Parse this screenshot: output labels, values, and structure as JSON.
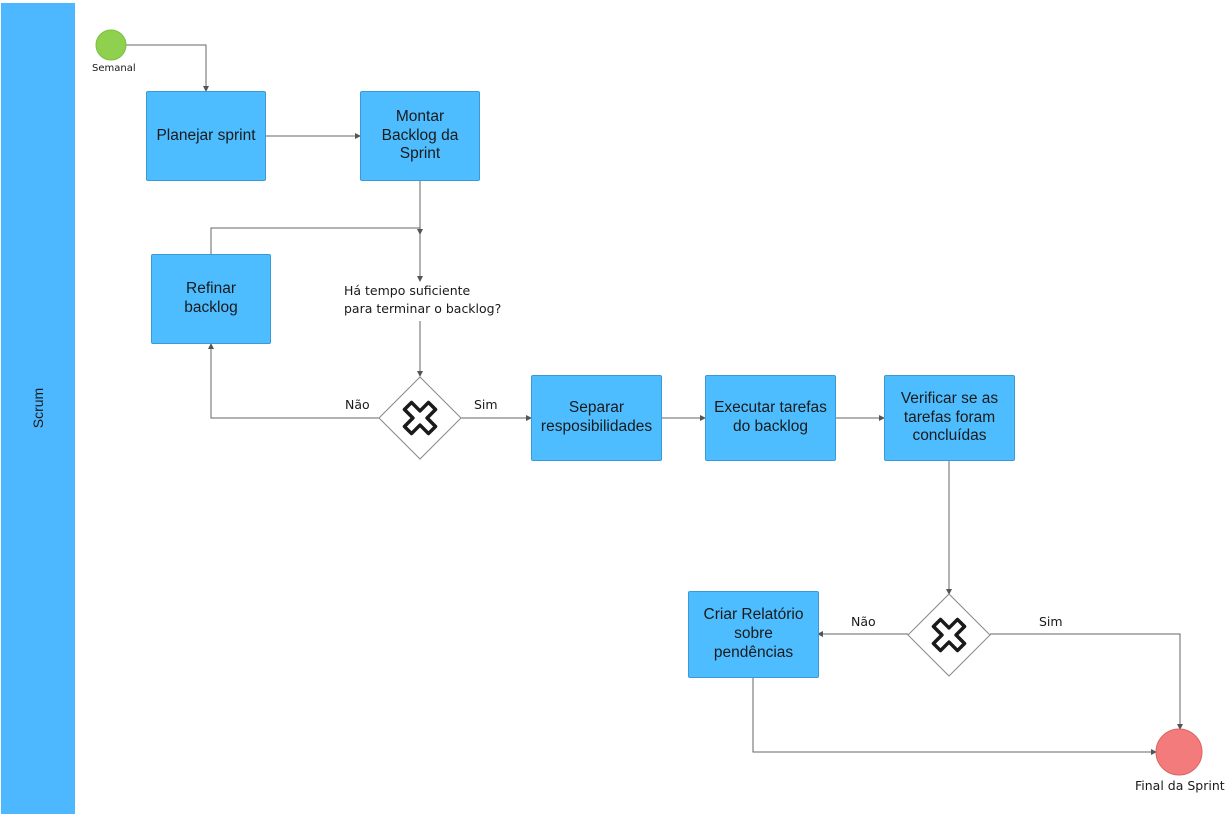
{
  "lane": {
    "label": "Scrum"
  },
  "events": {
    "start": {
      "label": "Semanal",
      "color": "#8fd14f"
    },
    "end": {
      "label": "Final da Sprint",
      "color": "#f47b7b"
    }
  },
  "tasks": {
    "plan_sprint": "Planejar sprint",
    "build_backlog": "Montar\nBacklog da\nSprint",
    "refine_backlog": "Refinar\nbacklog",
    "split_responsibilities": "Separar\nresposibilidades",
    "execute_tasks": "Executar tarefas\ndo backlog",
    "verify_tasks": "Verificar se as\ntarefas foram\nconcluídas",
    "create_report": "Criar Relatório\nsobre\npendências"
  },
  "gateways": {
    "time_question": "Há tempo suficiente\npara terminar o backlog?",
    "g1_no": "Não",
    "g1_yes": "Sim",
    "g2_no": "Não",
    "g2_yes": "Sim"
  },
  "colors": {
    "task_fill": "#4dbdff",
    "lane_fill": "#4db8ff",
    "gateway_fill": "#ffffff",
    "connector": "#555555"
  },
  "icons": {
    "gateway": "exclusive-gateway-x-icon"
  }
}
